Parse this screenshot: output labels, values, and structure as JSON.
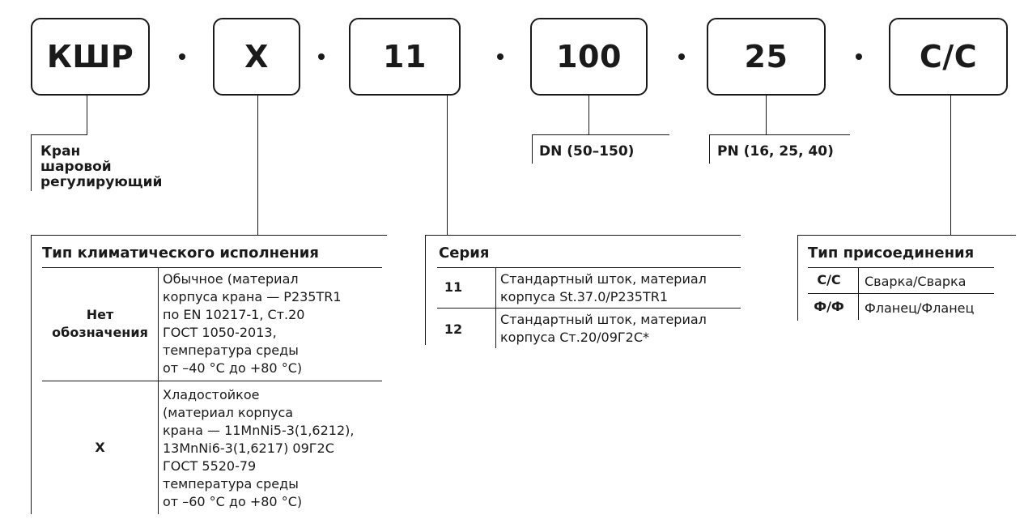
{
  "code_parts": [
    "КШР",
    "Х",
    "11",
    "100",
    "25",
    "С/С"
  ],
  "kshr_label": "Кран\nшаровой\nрегулирующий",
  "dn_label": "DN (50–150)",
  "pn_label": "PN (16, 25, 40)",
  "climate": {
    "title": "Тип климатического исполнения",
    "rows": [
      {
        "key": "Нет\nобозначения",
        "desc": "Обычное (материал\nкорпуса крана — P235TR1\nпо EN 10217-1, Ст.20\nГОСТ 1050-2013,\nтемпература среды\nот –40 °С до +80 °С)"
      },
      {
        "key": "Х",
        "desc": "Хладостойкое\n(материал корпуса\nкрана — 11MnNi5-3(1,6212),\n13MnNi6-3(1,6217) 09Г2С\nГОСТ 5520-79\nтемпература среды\nот –60 °С до +80 °С)"
      }
    ]
  },
  "series": {
    "title": "Серия",
    "rows": [
      {
        "key": "11",
        "desc": "Стандартный шток, материал\nкорпуса St.37.0/P235TR1"
      },
      {
        "key": "12",
        "desc": "Стандартный шток, материал\nкорпуса Ст.20/09Г2С*"
      }
    ]
  },
  "connection": {
    "title": "Тип присоединения",
    "rows": [
      {
        "key": "С/С",
        "desc": "Сварка/Сварка"
      },
      {
        "key": "Ф/Ф",
        "desc": "Фланец/Фланец"
      }
    ]
  }
}
